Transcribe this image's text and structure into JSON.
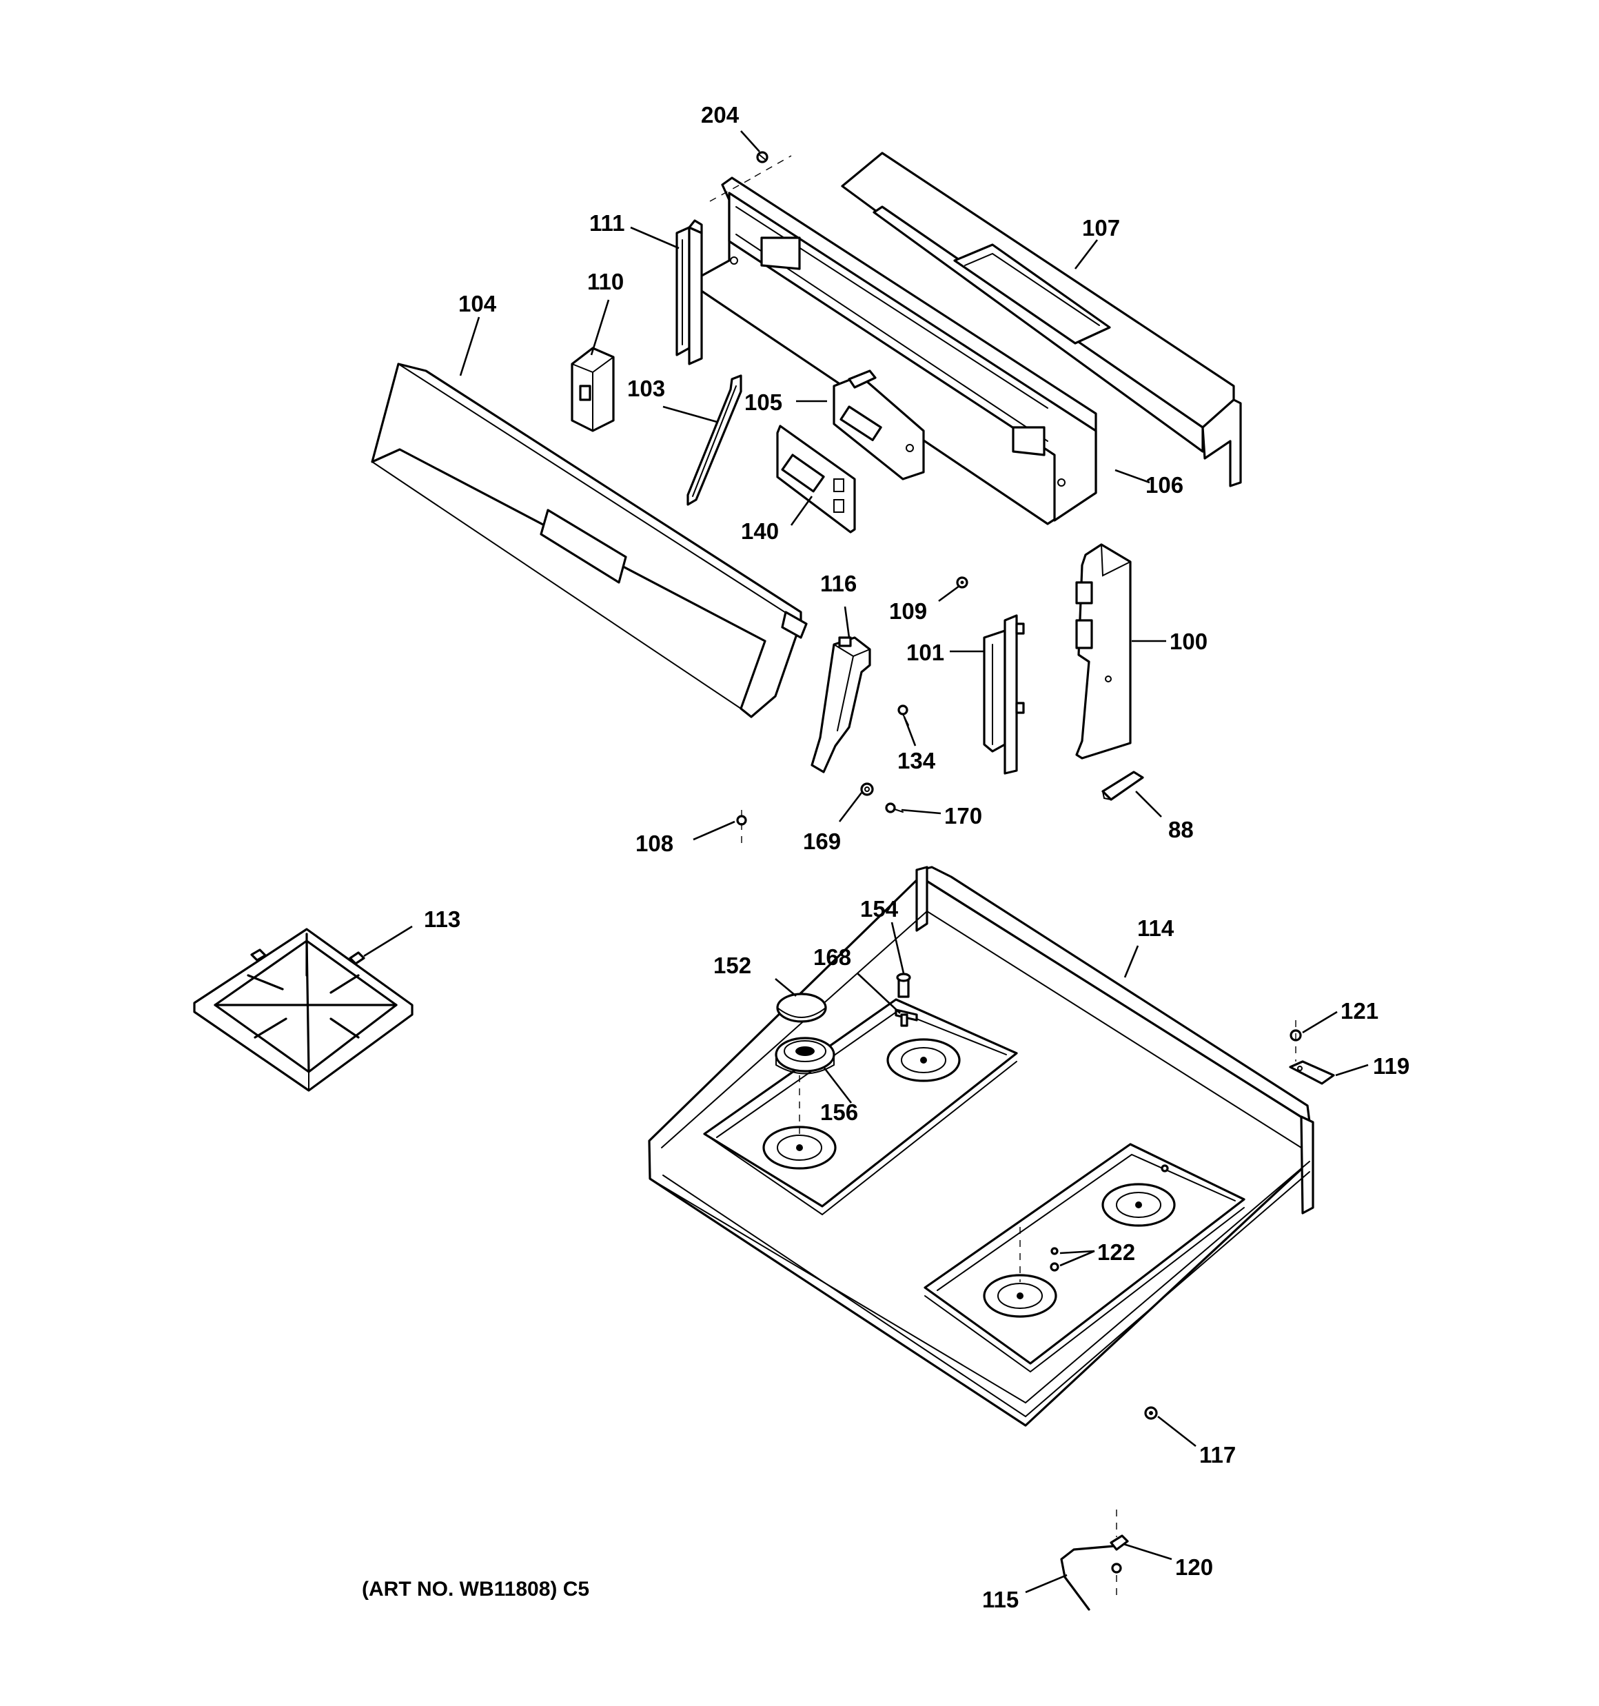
{
  "diagram": {
    "caption": "(ART NO. WB11808) C5",
    "callouts": {
      "c204": "204",
      "c111": "111",
      "c110": "110",
      "c107": "107",
      "c104": "104",
      "c103": "103",
      "c105": "105",
      "c106": "106",
      "c140": "140",
      "c116": "116",
      "c109": "109",
      "c101": "101",
      "c100": "100",
      "c134": "134",
      "c170": "170",
      "c169": "169",
      "c108": "108",
      "c88": "88",
      "c113": "113",
      "c154": "154",
      "c114": "114",
      "c152": "152",
      "c168": "168",
      "c121": "121",
      "c119": "119",
      "c156": "156",
      "c122": "122",
      "c117": "117",
      "c120": "120",
      "c115": "115"
    }
  }
}
